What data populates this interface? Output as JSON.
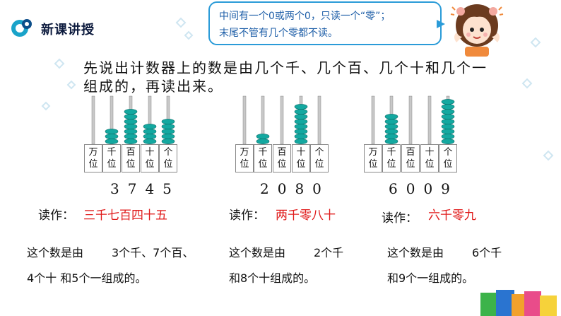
{
  "header": {
    "title": "新课讲授",
    "colors": {
      "accent": "#1aa3c9",
      "bubble_border": "#2a9bd8",
      "answer": "#e01b1b"
    }
  },
  "bubble": {
    "line1": "中间有一个0或两个0，只读一个“零”；",
    "line2": "末尾不管有几个零都不读。"
  },
  "question": {
    "line1": "先说出计数器上的数是由几个千、几个百、几个十和几个一",
    "line2": "组成的，再读出来。"
  },
  "place_labels": [
    {
      "top": "万",
      "bottom": "位"
    },
    {
      "top": "千",
      "bottom": "位"
    },
    {
      "top": "百",
      "bottom": "位"
    },
    {
      "top": "十",
      "bottom": "位"
    },
    {
      "top": "个",
      "bottom": "位"
    }
  ],
  "problems": [
    {
      "beads": [
        0,
        3,
        7,
        4,
        5
      ],
      "number": "3745",
      "read_label": "读作：",
      "read_value": "三千七百四十五",
      "explain_line1_a": "这个数是由",
      "explain_line1_b": "3个千、7个百、",
      "explain_line2": "4个十 和5个一组成的。"
    },
    {
      "beads": [
        0,
        2,
        0,
        8,
        0
      ],
      "number": "2080",
      "read_label": "读作：",
      "read_value": "两千零八十",
      "explain_line1_a": "这个数是由",
      "explain_line1_b": "2个千",
      "explain_line2": "和8个十组成的。"
    },
    {
      "beads": [
        0,
        6,
        0,
        0,
        9
      ],
      "number": "6009",
      "read_label": "读作：",
      "read_value": "六千零九",
      "explain_line1_a": "这个数是由",
      "explain_line1_b": "6个千",
      "explain_line2": "和9个一组成的。"
    }
  ]
}
